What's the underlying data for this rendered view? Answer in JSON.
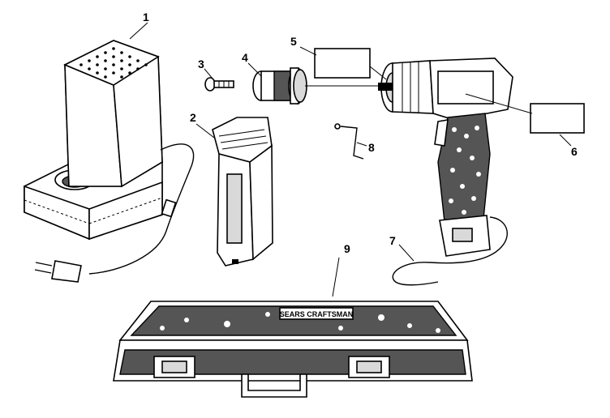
{
  "diagram": {
    "callouts": [
      {
        "id": "charger",
        "label": "1"
      },
      {
        "id": "battery-pack",
        "label": "2"
      },
      {
        "id": "chuck-screw",
        "label": "3"
      },
      {
        "id": "chuck",
        "label": "4"
      },
      {
        "id": "label-plate-upper",
        "label": "5"
      },
      {
        "id": "label-plate-side",
        "label": "6"
      },
      {
        "id": "wrist-strap",
        "label": "7"
      },
      {
        "id": "hex-key",
        "label": "8"
      },
      {
        "id": "carrying-case",
        "label": "9"
      }
    ],
    "case_logo": "SEARS CRAFTSMAN"
  },
  "colors": {
    "ink": "#000000",
    "paper": "#ffffff",
    "shade": "#d9d9d9"
  }
}
